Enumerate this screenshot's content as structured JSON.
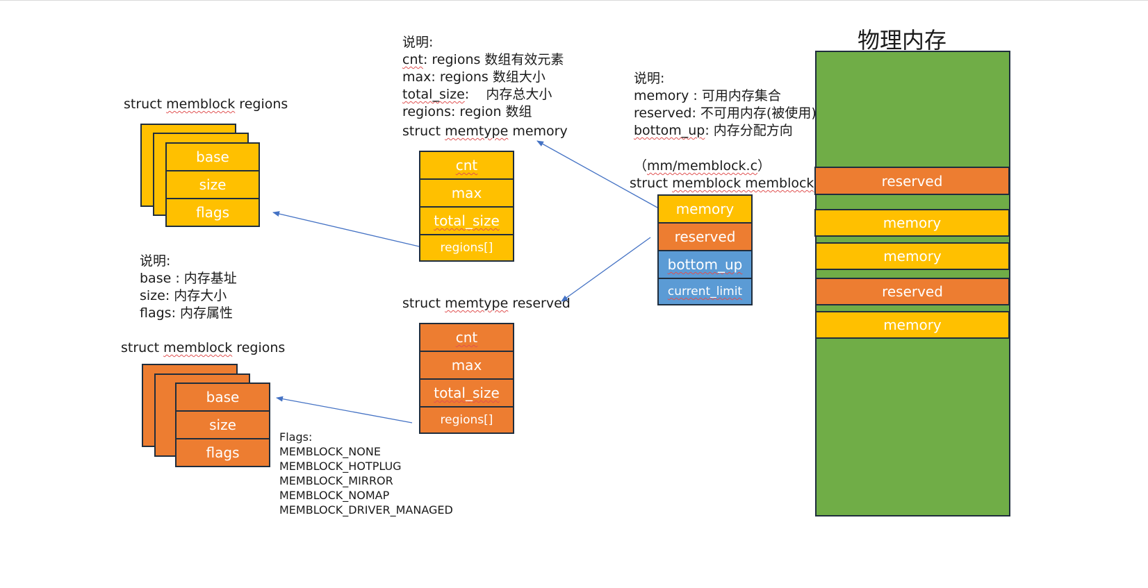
{
  "regions_top": {
    "title_prefix": "struct ",
    "title_word": "memblock",
    "title_suffix": " regions",
    "fields": [
      "base",
      "size",
      "flags"
    ],
    "color": "#ffc000"
  },
  "regions_note": {
    "lines": [
      "说明:",
      "base : 内存基址",
      "size: 内存大小",
      "flags: 内存属性"
    ]
  },
  "regions_bottom": {
    "title_prefix": "struct ",
    "title_word": "memblock",
    "title_suffix": " regions",
    "fields": [
      "base",
      "size",
      "flags"
    ],
    "color": "#ed7d31"
  },
  "flags_list": {
    "lines": [
      "Flags:",
      "MEMBLOCK_NONE",
      "MEMBLOCK_HOTPLUG",
      "MEMBLOCK_MIRROR",
      "MEMBLOCK_NOMAP",
      "MEMBLOCK_DRIVER_MANAGED"
    ]
  },
  "memtype_note": {
    "l0": "说明:",
    "l1_key": "cnt",
    "l1_rest": ": regions 数组有效元素",
    "l2": "max: regions 数组大小",
    "l3_key": "total_size",
    "l3_rest": ":    内存总大小",
    "l4": "regions: region 数组"
  },
  "memtype_memory": {
    "title_prefix": "struct ",
    "title_word": "memtype",
    "title_suffix": " memory",
    "fields": [
      "cnt",
      "max",
      "total_size",
      "regions[]"
    ]
  },
  "memtype_reserved": {
    "title_prefix": "struct ",
    "title_word": "memtype",
    "title_suffix": " reserved",
    "fields": [
      "cnt",
      "max",
      "total_size",
      "regions[]"
    ]
  },
  "memblock_note": {
    "l0": "说明:",
    "l1": "memory : 可用内存集合",
    "l2": "reserved: 不可用内存(被使用)",
    "l3_key": "bottom_up",
    "l3_rest": ": 内存分配方向"
  },
  "memblock": {
    "source_open": "（",
    "source_path": "mm/memblock.c",
    "source_close": "）",
    "title_prefix": "struct ",
    "title_word": "memblock memblock",
    "fields": [
      "memory",
      "reserved",
      "bottom_up",
      "current_limit"
    ]
  },
  "physical_memory": {
    "title": "物理内存",
    "bands": [
      "reserved",
      "memory",
      "memory",
      "reserved",
      "memory"
    ],
    "color": "#70ad47"
  },
  "colors": {
    "yellow": "#ffc000",
    "orange": "#ed7d31",
    "blue": "#5b9bd5",
    "green": "#70ad47",
    "arrow": "#4472c4"
  }
}
